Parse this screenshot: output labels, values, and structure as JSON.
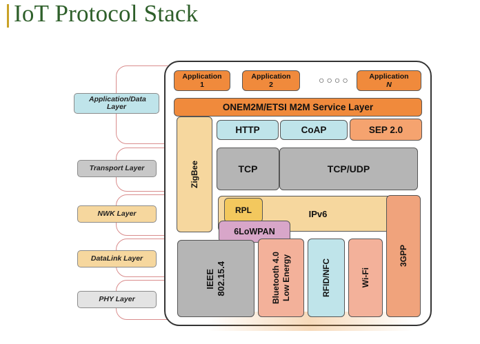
{
  "title": "IoT Protocol Stack",
  "layers": {
    "application": "Application/Data Layer",
    "transport": "Transport Layer",
    "nwk": "NWK Layer",
    "datalink": "DataLink Layer",
    "phy": "PHY Layer"
  },
  "apps": {
    "app1_line1": "Application",
    "app1_line2": "1",
    "app2_line1": "Application",
    "app2_line2": "2",
    "dots": "○○○○",
    "appn_line1": "Application",
    "appn_line2": "N"
  },
  "protocols": {
    "service_layer": "ONEM2M/ETSI M2M Service Layer",
    "http": "HTTP",
    "coap": "CoAP",
    "sep": "SEP 2.0",
    "zigbee": "ZigBee",
    "tcp": "TCP",
    "tcp_udp": "TCP/UDP",
    "rpl": "RPL",
    "ipv6": "IPv6",
    "sixlowpan": "6LoWPAN",
    "ieee_line1": "IEEE",
    "ieee_line2": "802.15.4",
    "bt_line1": "Bluetooth 4.0",
    "bt_line2": "Low Energy",
    "rfid": "RFID/NFC",
    "wifi": "Wi-Fi",
    "threegpp": "3GPP"
  }
}
